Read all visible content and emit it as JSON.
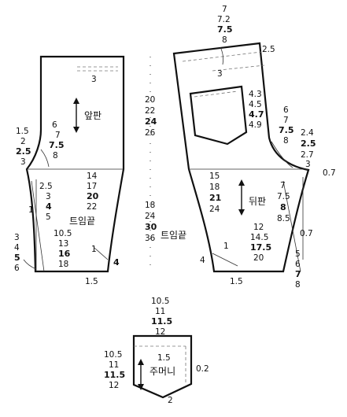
{
  "pieces": {
    "front": {
      "label": "앞판",
      "hem_label": "트임끝",
      "top_right": "3",
      "crotch_side": [
        "1.5",
        "2",
        "2.5",
        "3"
      ],
      "crotch_depth": [
        "6",
        "7",
        "7.5",
        "8"
      ],
      "hip_inner": [
        "2.5",
        "3",
        "4",
        "5"
      ],
      "thigh": [
        "14",
        "17",
        "20",
        "22"
      ],
      "hem_width": [
        "10.5",
        "13",
        "16",
        "18"
      ],
      "side_left": [
        "3",
        "4",
        "5",
        "6"
      ],
      "mark_one_left": "1",
      "mark_one_right": "1",
      "hem_right": "4",
      "hem_bottom": "1.5"
    },
    "middle": {
      "upper": [
        "20",
        "22",
        "24",
        "26"
      ],
      "lower": [
        "18",
        "24",
        "30",
        "36"
      ]
    },
    "back": {
      "label": "뒤판",
      "hem_label": "트임끝",
      "waist_rise": [
        "7",
        "7.2",
        "7.5",
        "8"
      ],
      "waist_right": "2.5",
      "waist_left": "3",
      "pocket_pos": [
        "4.3",
        "4.5",
        "4.7",
        "4.9"
      ],
      "crotch_depth": [
        "6",
        "7",
        "7.5",
        "8"
      ],
      "crotch_ext": [
        "2.4",
        "2.5",
        "2.7",
        "3"
      ],
      "crotch_point": "0.7",
      "thigh": [
        "15",
        "18",
        "21",
        "24"
      ],
      "inseam": [
        "7",
        "7.5",
        "8",
        "8.5"
      ],
      "inseam_point": "0.7",
      "hem_width": [
        "12",
        "14.5",
        "17.5",
        "20"
      ],
      "hem_left_small": "4",
      "hem_left_one": "1",
      "hem_bottom": "1.5",
      "hem_right": [
        "5",
        "6",
        "7",
        "8"
      ]
    },
    "pocket": {
      "label": "주머니",
      "top_width": [
        "10.5",
        "11",
        "11.5",
        "12"
      ],
      "side_height": [
        "10.5",
        "11",
        "11.5",
        "12"
      ],
      "fold": "1.5",
      "right_edge": "0.2",
      "bottom_point": "2"
    }
  }
}
